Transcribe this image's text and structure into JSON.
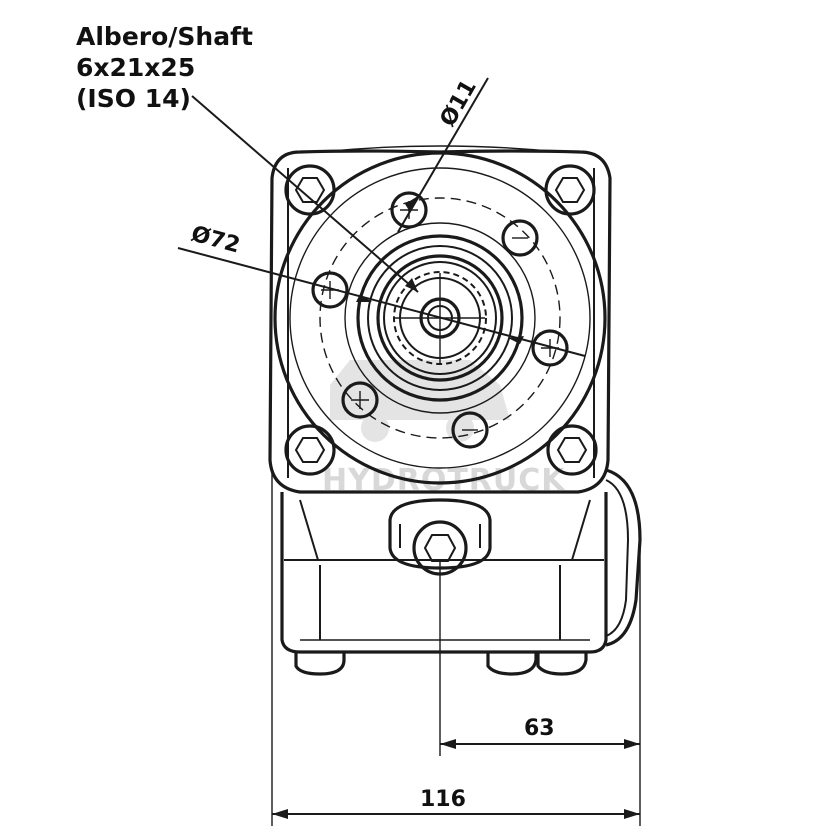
{
  "shaft_label": {
    "line1": "Albero/Shaft",
    "line2": "6x21x25",
    "line3": "(ISO 14)"
  },
  "dimensions": {
    "bolt_hole_diameter": "Ø11",
    "pilot_diameter": "Ø72",
    "offset_width": "63",
    "overall_width": "116"
  },
  "watermark": "HYDROTRUCK",
  "colors": {
    "line": "#1a1a1a",
    "background": "#ffffff",
    "watermark": "#d8d8d8"
  }
}
